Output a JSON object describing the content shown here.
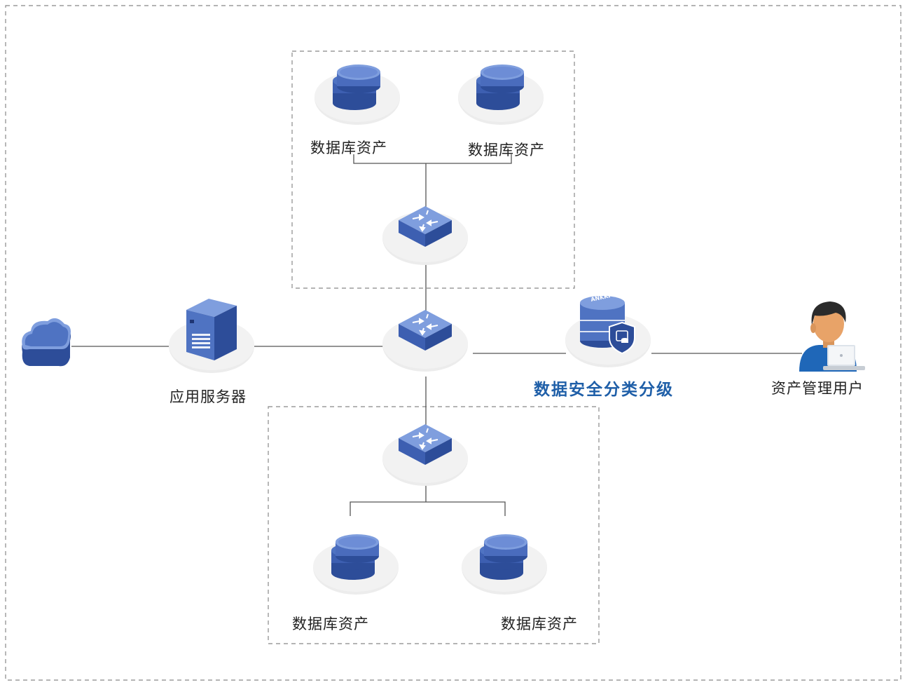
{
  "labels": {
    "db_top_left": "数据库资产",
    "db_top_right": "数据库资产",
    "db_bottom_left": "数据库资产",
    "db_bottom_right": "数据库资产",
    "app_server": "应用服务器",
    "security_product": "数据安全分类分级",
    "asset_user": "资产管理用户",
    "product_badge": "ANKKI"
  },
  "colors": {
    "device_blue": "#4f73c2",
    "device_dark": "#2d4d99",
    "device_light": "#7f9ede",
    "platform": "#ececec",
    "line": "#555555",
    "dashed": "#888888",
    "highlight_text": "#1f5fa8"
  },
  "icons": {
    "cloud": "cloud-icon",
    "server": "server-icon",
    "switch": "switch-icon",
    "database": "database-icon",
    "security": "shield-database-icon",
    "user": "user-laptop-icon"
  }
}
